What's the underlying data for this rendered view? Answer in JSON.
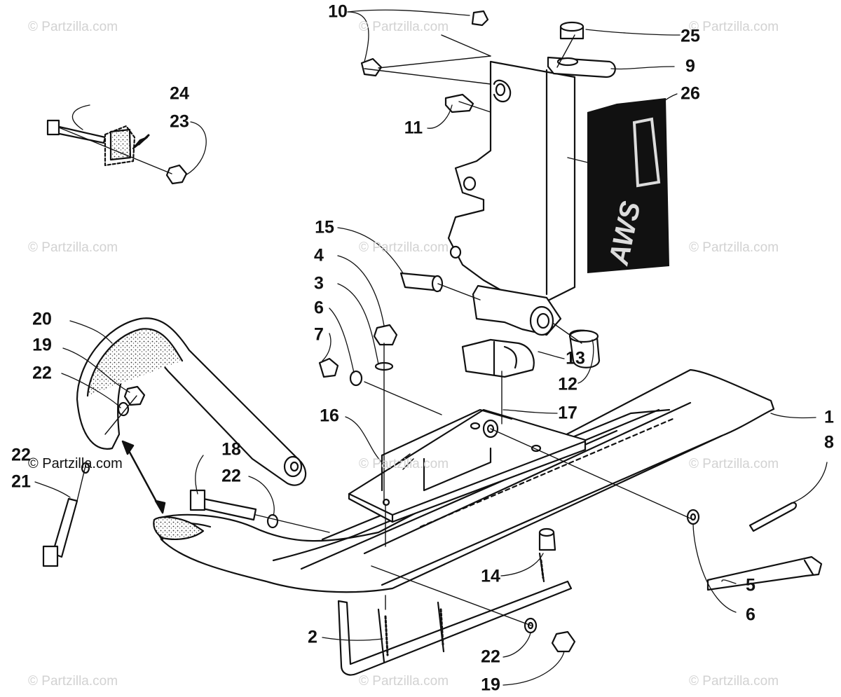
{
  "watermark": {
    "text": "© Partzilla.com"
  },
  "decal": {
    "text": "AWS"
  },
  "callouts": [
    {
      "id": "c1",
      "text": "1"
    },
    {
      "id": "c2",
      "text": "2"
    },
    {
      "id": "c3",
      "text": "3"
    },
    {
      "id": "c4",
      "text": "4"
    },
    {
      "id": "c5",
      "text": "5"
    },
    {
      "id": "c6a",
      "text": "6"
    },
    {
      "id": "c6b",
      "text": "6"
    },
    {
      "id": "c7",
      "text": "7"
    },
    {
      "id": "c8",
      "text": "8"
    },
    {
      "id": "c9",
      "text": "9"
    },
    {
      "id": "c10",
      "text": "10"
    },
    {
      "id": "c11",
      "text": "11"
    },
    {
      "id": "c12",
      "text": "12"
    },
    {
      "id": "c13",
      "text": "13"
    },
    {
      "id": "c14",
      "text": "14"
    },
    {
      "id": "c15",
      "text": "15"
    },
    {
      "id": "c16",
      "text": "16"
    },
    {
      "id": "c17",
      "text": "17"
    },
    {
      "id": "c18",
      "text": "18"
    },
    {
      "id": "c19a",
      "text": "19"
    },
    {
      "id": "c19b",
      "text": "19"
    },
    {
      "id": "c20",
      "text": "20"
    },
    {
      "id": "c21",
      "text": "21"
    },
    {
      "id": "c22a",
      "text": "22"
    },
    {
      "id": "c22b",
      "text": "22"
    },
    {
      "id": "c22c",
      "text": "22"
    },
    {
      "id": "c22d",
      "text": "22"
    },
    {
      "id": "c23",
      "text": "23"
    },
    {
      "id": "c24",
      "text": "24"
    },
    {
      "id": "c25",
      "text": "25"
    },
    {
      "id": "c26",
      "text": "26"
    }
  ]
}
